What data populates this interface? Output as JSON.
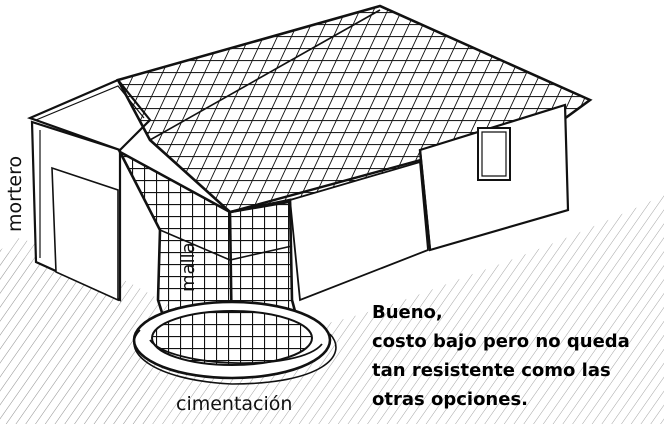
{
  "labels": {
    "mortero": "mortero",
    "malla": "malla",
    "cimentacion": "cimentación"
  },
  "caption": {
    "line1": "Bueno,",
    "line2": "costo bajo pero no queda",
    "line3": "tan resistente como las",
    "line4": "otras opciones."
  },
  "colors": {
    "ink": "#111111",
    "paper": "#ffffff",
    "shade": "#d9d9d9"
  }
}
